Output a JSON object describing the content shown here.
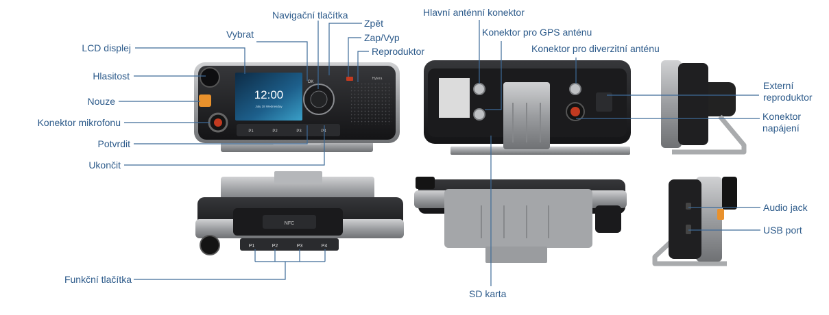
{
  "labels": {
    "lcd_display": "LCD displej",
    "volume": "Hlasitost",
    "emergency": "Nouze",
    "mic_connector": "Konektor mikrofonu",
    "confirm": "Potvrdit",
    "end": "Ukončit",
    "select": "Vybrat",
    "nav_buttons": "Navigační tlačítka",
    "back": "Zpět",
    "power": "Zap/Vyp",
    "speaker": "Reproduktor",
    "main_antenna": "Hlavní anténní konektor",
    "gps_antenna": "Konektor pro GPS anténu",
    "diversity_antenna": "Konektor pro diverzitní anténu",
    "external_speaker": "Externí reproduktor",
    "power_connector": "Konektor napájení",
    "audio_jack": "Audio jack",
    "usb_port": "USB port",
    "function_buttons": "Funkční tlačítka",
    "sd_card": "SD karta"
  },
  "device": {
    "screen_time": "12:00",
    "screen_date": "July 18   Wednesday",
    "brand": "Hytera",
    "ok_key": "OK",
    "nfc": "NFC",
    "keys": [
      "P1",
      "P2",
      "P3",
      "P4"
    ]
  },
  "colors": {
    "label_text": "#2c5a8a",
    "leader_line": "#3d6a98",
    "emergency_key": "#e9912c",
    "connector_red": "#c23a20",
    "body_dark": "#1f1f21",
    "bracket_metal": "#a9abad"
  }
}
